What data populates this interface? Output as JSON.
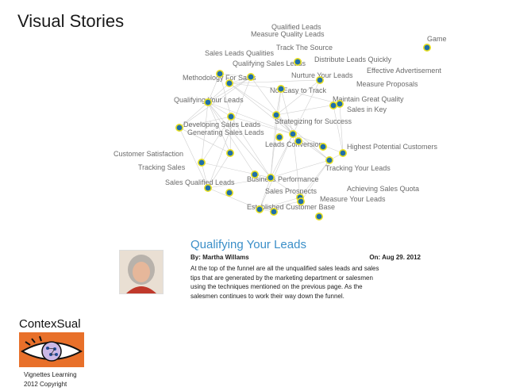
{
  "page_title": "Visual Stories",
  "graph": {
    "nodes": [
      {
        "id": "qualified-leads",
        "label": "Qualified Leads"
      },
      {
        "id": "measure-quality-leads",
        "label": "Measure Quality Leads"
      },
      {
        "id": "game",
        "label": "Game"
      },
      {
        "id": "track-the-source",
        "label": "Track The Source"
      },
      {
        "id": "sales-leads-qualities",
        "label": "Sales Leads Qualities"
      },
      {
        "id": "distribute-leads-quickly",
        "label": "Distribute Leads Quickly"
      },
      {
        "id": "qualifying-sales-leads",
        "label": "Qualifying Sales Leads"
      },
      {
        "id": "effective-advertisement",
        "label": "Effective Advertisement"
      },
      {
        "id": "nurture-your-leads",
        "label": "Nurture Your Leads"
      },
      {
        "id": "methodology-for-sales",
        "label": "Methodology For Sales"
      },
      {
        "id": "measure-proposals",
        "label": "Measure Proposals"
      },
      {
        "id": "not-easy-to-track",
        "label": "Not Easy to Track"
      },
      {
        "id": "maintain-great-quality",
        "label": "Maintain Great Quality"
      },
      {
        "id": "qualifying-your-leads",
        "label": "Qualifying Your Leads"
      },
      {
        "id": "sales-in-key",
        "label": "Sales in Key"
      },
      {
        "id": "strategizing-for-success",
        "label": "Strategizing for Success"
      },
      {
        "id": "developing-sales-leads",
        "label": "Developing Sales Leads"
      },
      {
        "id": "generating-sales-leads",
        "label": "Generating Sales Leads"
      },
      {
        "id": "leads-conversion",
        "label": "Leads Conversion"
      },
      {
        "id": "highest-potential-customers",
        "label": "Highest Potential Customers"
      },
      {
        "id": "customer-satisfaction",
        "label": "Customer Satisfaction"
      },
      {
        "id": "tracking-sales",
        "label": "Tracking Sales"
      },
      {
        "id": "tracking-your-leads",
        "label": "Tracking Your Leads"
      },
      {
        "id": "sales-qualified-leads",
        "label": "Sales Qualified Leads"
      },
      {
        "id": "business-performance",
        "label": "Business Performance"
      },
      {
        "id": "achieving-sales-quota",
        "label": "Achieving Sales Quota"
      },
      {
        "id": "sales-prospects",
        "label": "Sales Prospects"
      },
      {
        "id": "measure-your-leads",
        "label": "Measure Your Leads"
      },
      {
        "id": "established-customer-base",
        "label": "Established Customer Base"
      },
      {
        "id": "n-extra-1",
        "label": ""
      },
      {
        "id": "n-extra-2",
        "label": ""
      },
      {
        "id": "n-extra-3",
        "label": ""
      }
    ],
    "edges": [
      [
        "qualifying-sales-leads",
        "methodology-for-sales"
      ],
      [
        "qualifying-sales-leads",
        "not-easy-to-track"
      ],
      [
        "qualifying-sales-leads",
        "nurture-your-leads"
      ],
      [
        "qualifying-sales-leads",
        "qualifying-your-leads"
      ],
      [
        "qualifying-sales-leads",
        "strategizing-for-success"
      ],
      [
        "qualifying-sales-leads",
        "leads-conversion"
      ],
      [
        "sales-leads-qualities",
        "methodology-for-sales"
      ],
      [
        "sales-leads-qualities",
        "qualifying-your-leads"
      ],
      [
        "sales-leads-qualities",
        "generating-sales-leads"
      ],
      [
        "methodology-for-sales",
        "qualifying-your-leads"
      ],
      [
        "methodology-for-sales",
        "developing-sales-leads"
      ],
      [
        "methodology-for-sales",
        "leads-conversion"
      ],
      [
        "methodology-for-sales",
        "sales-qualified-leads"
      ],
      [
        "not-easy-to-track",
        "strategizing-for-success"
      ],
      [
        "not-easy-to-track",
        "maintain-great-quality"
      ],
      [
        "not-easy-to-track",
        "leads-conversion"
      ],
      [
        "not-easy-to-track",
        "business-performance"
      ],
      [
        "nurture-your-leads",
        "strategizing-for-success"
      ],
      [
        "nurture-your-leads",
        "leads-conversion"
      ],
      [
        "maintain-great-quality",
        "sales-in-key"
      ],
      [
        "maintain-great-quality",
        "strategizing-for-success"
      ],
      [
        "maintain-great-quality",
        "highest-potential-customers"
      ],
      [
        "qualifying-your-leads",
        "developing-sales-leads"
      ],
      [
        "qualifying-your-leads",
        "generating-sales-leads"
      ],
      [
        "qualifying-your-leads",
        "customer-satisfaction"
      ],
      [
        "qualifying-your-leads",
        "business-performance"
      ],
      [
        "qualifying-your-leads",
        "leads-conversion"
      ],
      [
        "qualifying-your-leads",
        "tracking-sales"
      ],
      [
        "developing-sales-leads",
        "generating-sales-leads"
      ],
      [
        "developing-sales-leads",
        "customer-satisfaction"
      ],
      [
        "developing-sales-leads",
        "sales-qualified-leads"
      ],
      [
        "generating-sales-leads",
        "leads-conversion"
      ],
      [
        "generating-sales-leads",
        "business-performance"
      ],
      [
        "generating-sales-leads",
        "tracking-sales"
      ],
      [
        "strategizing-for-success",
        "leads-conversion"
      ],
      [
        "strategizing-for-success",
        "tracking-your-leads"
      ],
      [
        "strategizing-for-success",
        "business-performance"
      ],
      [
        "leads-conversion",
        "highest-potential-customers"
      ],
      [
        "leads-conversion",
        "tracking-your-leads"
      ],
      [
        "leads-conversion",
        "business-performance"
      ],
      [
        "leads-conversion",
        "sales-prospects"
      ],
      [
        "leads-conversion",
        "established-customer-base"
      ],
      [
        "tracking-your-leads",
        "business-performance"
      ],
      [
        "tracking-your-leads",
        "sales-prospects"
      ],
      [
        "tracking-your-leads",
        "measure-your-leads"
      ],
      [
        "business-performance",
        "sales-qualified-leads"
      ],
      [
        "business-performance",
        "sales-prospects"
      ],
      [
        "business-performance",
        "established-customer-base"
      ],
      [
        "sales-qualified-leads",
        "tracking-sales"
      ],
      [
        "sales-qualified-leads",
        "established-customer-base"
      ],
      [
        "sales-qualified-leads",
        "customer-satisfaction"
      ],
      [
        "sales-prospects",
        "established-customer-base"
      ],
      [
        "sales-prospects",
        "measure-your-leads"
      ],
      [
        "measure-your-leads",
        "achieving-sales-quota"
      ],
      [
        "established-customer-base",
        "n-extra-3"
      ],
      [
        "tracking-sales",
        "business-performance"
      ],
      [
        "customer-satisfaction",
        "generating-sales-leads"
      ],
      [
        "n-extra-1",
        "leads-conversion"
      ],
      [
        "n-extra-1",
        "strategizing-for-success"
      ],
      [
        "n-extra-2",
        "business-performance"
      ],
      [
        "n-extra-2",
        "qualifying-your-leads"
      ],
      [
        "highest-potential-customers",
        "tracking-your-leads"
      ],
      [
        "sales-in-key",
        "highest-potential-customers"
      ],
      [
        "measure-your-leads",
        "established-customer-base"
      ]
    ]
  },
  "article": {
    "title": "Qualifying Your Leads",
    "author": "By: Martha Willams",
    "date": "On: Aug 29. 2012",
    "body": "At the top of the funnel are all the unqualified sales leads and sales tips that are generated by the marketing department or salesmen using the techniques mentioned on the previous page. As the salesmen continues to work their way down the funnel."
  },
  "brand": {
    "name": "ContexSual",
    "footer_line1": "Vignettes Learning",
    "footer_line2": "2012 Copyright"
  },
  "colors": {
    "node_fill": "#1f6fa8",
    "node_ring": "#e8e020",
    "link": "#3b8fc8",
    "logo_bg": "#e8702a"
  }
}
